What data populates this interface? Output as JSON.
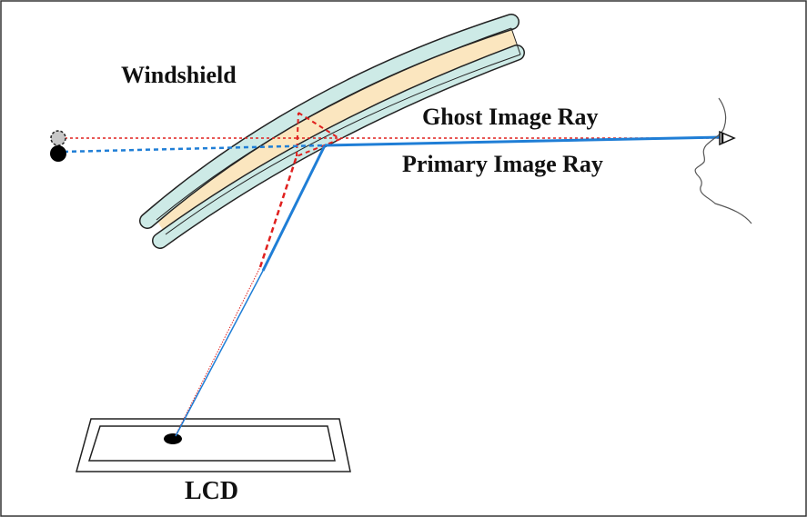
{
  "labels": {
    "windshield": "Windshield",
    "ghost_ray": "Ghost Image Ray",
    "primary_ray": "Primary Image Ray",
    "lcd": "LCD"
  },
  "colors": {
    "ghost_ray": "#e0201e",
    "primary_ray": "#1f7ed6",
    "glass_fill": "#cdeae6",
    "interlayer_fill": "#fbe6bf",
    "outline": "#222222",
    "ghost_dot": "#c8c8c8",
    "primary_dot": "#000000"
  },
  "icons": {
    "viewer": "face-profile-outline",
    "eye": "eye-icon",
    "lcd_pixel": "source-pixel-dot"
  }
}
